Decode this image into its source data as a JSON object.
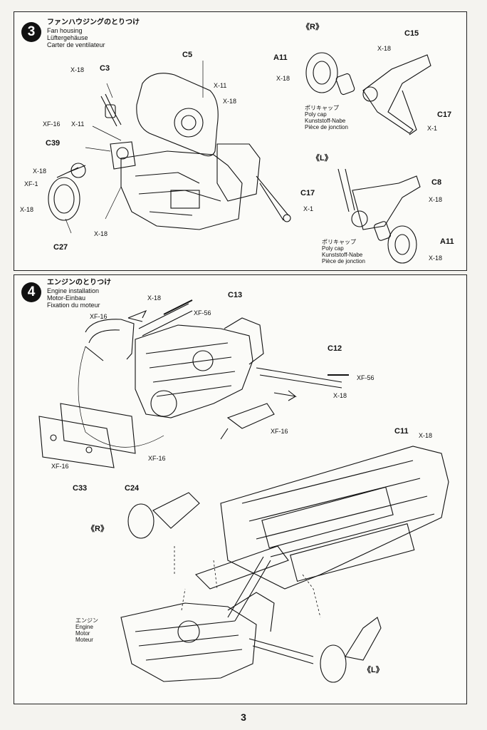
{
  "step3": {
    "number": "3",
    "title_jp": "ファンハウジングのとりつけ",
    "title_en": "Fan housing",
    "title_de": "Lüftergehäuse",
    "title_fr": "Carter de ventilateur",
    "labels": {
      "c5": "C5",
      "c3": "C3",
      "x18": "X-18",
      "x11": "X-11",
      "xf16": "XF-16",
      "c39": "C39",
      "xf1": "XF-1",
      "c27": "C27",
      "r_side": "《R》",
      "l_side": "《L》",
      "a11": "A11",
      "c15": "C15",
      "c17": "C17",
      "x1": "X-1",
      "c8": "C8"
    },
    "polycap": {
      "jp": "ポリキャップ",
      "en": "Poly cap",
      "de": "Kunststoff-Nabe",
      "fr": "Pièce de jonction"
    }
  },
  "step4": {
    "number": "4",
    "title_jp": "エンジンのとりつけ",
    "title_en": "Engine installation",
    "title_de": "Motor-Einbau",
    "title_fr": "Fixation du moteur",
    "labels": {
      "x18": "X-18",
      "c13": "C13",
      "xf56": "XF-56",
      "xf16": "XF-16",
      "c12": "C12",
      "c11": "C11",
      "c33": "C33",
      "c24": "C24",
      "r_side": "《R》",
      "l_side": "《L》"
    },
    "engine": {
      "jp": "エンジン",
      "en": "Engine",
      "de": "Motor",
      "fr": "Moteur"
    }
  },
  "page_number": "3",
  "colors": {
    "ink": "#111111",
    "paper": "#fbfbf8",
    "background": "#f4f3ef"
  }
}
